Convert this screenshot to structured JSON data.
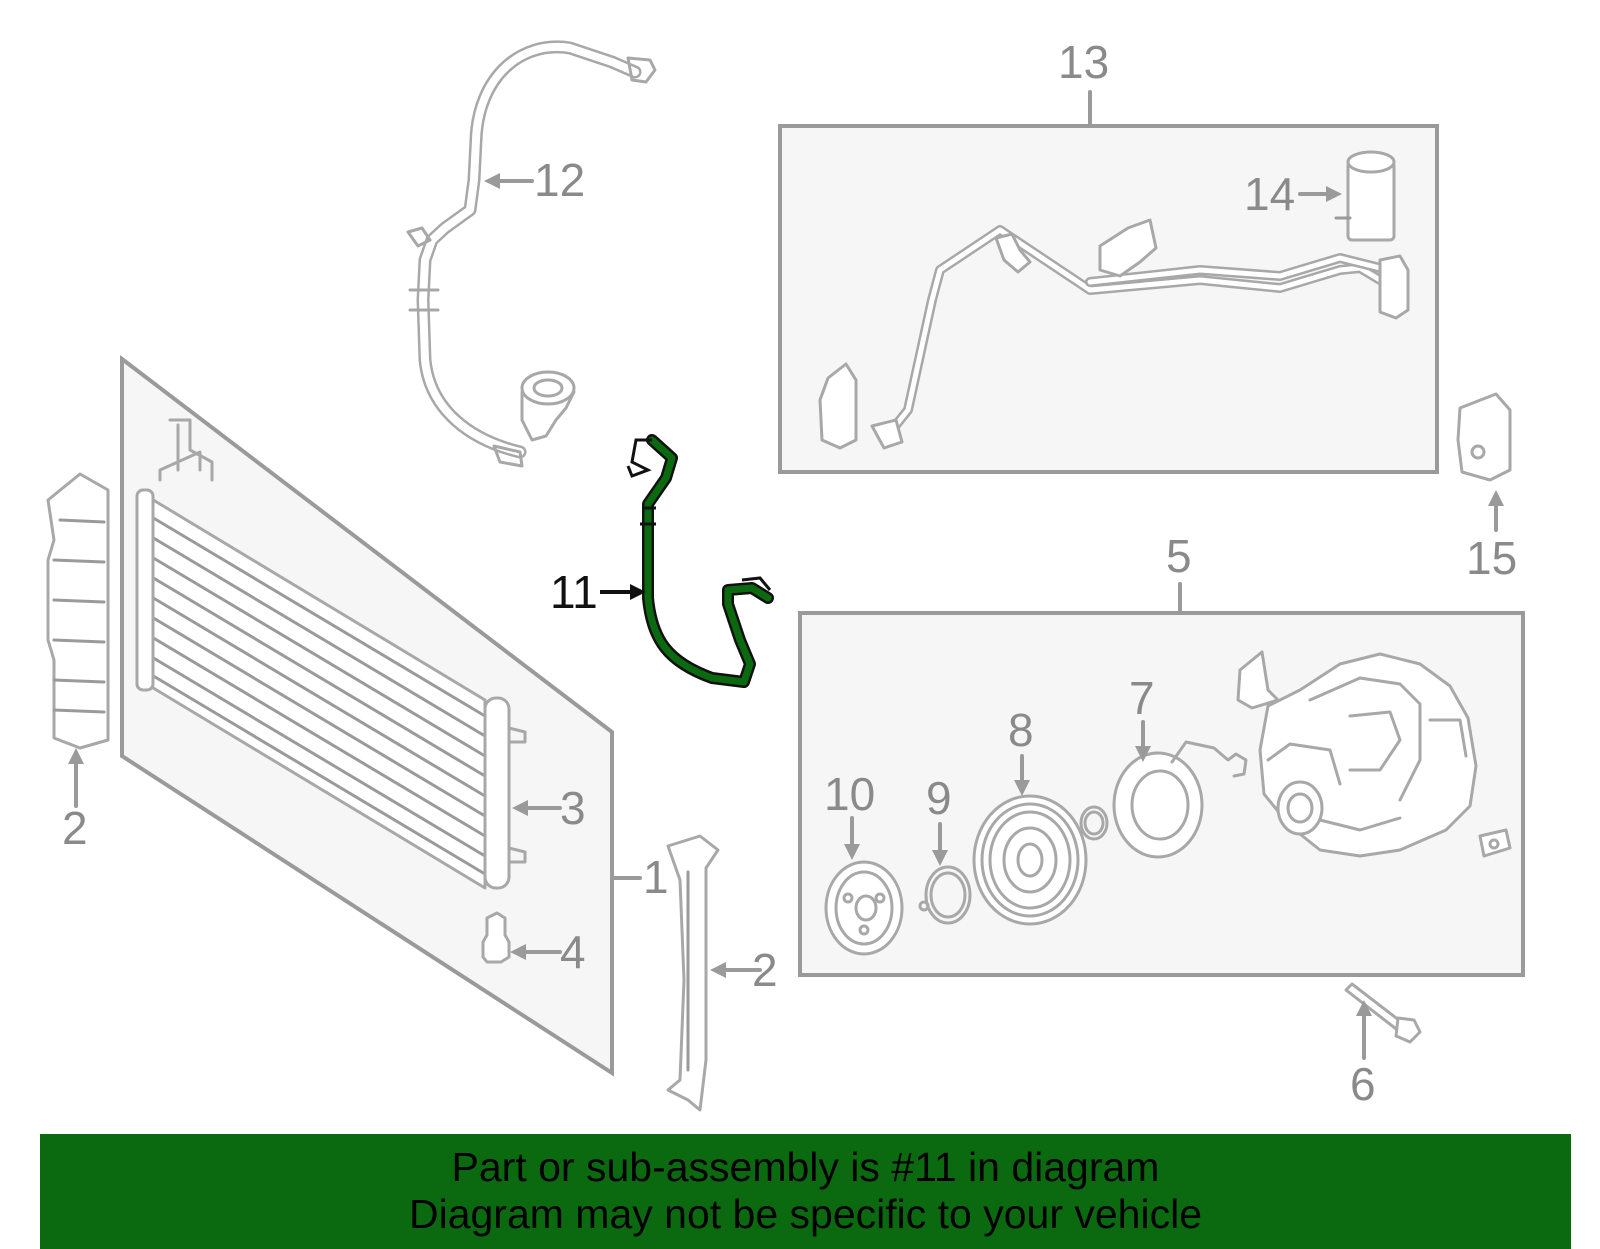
{
  "callouts": {
    "c1": "1",
    "c2a": "2",
    "c2b": "2",
    "c3": "3",
    "c4": "4",
    "c5": "5",
    "c6": "6",
    "c7": "7",
    "c8": "8",
    "c9": "9",
    "c10": "10",
    "c11": "11",
    "c12": "12",
    "c13": "13",
    "c14": "14",
    "c15": "15"
  },
  "highlighted_part": "11",
  "colors": {
    "highlight": "#0b6a10",
    "line_art": "#9a9a9a",
    "banner_bg": "#0b6a10"
  },
  "banner": {
    "line1": "Part or sub-assembly is #11 in diagram",
    "line2": "Diagram may not be specific to your vehicle"
  }
}
